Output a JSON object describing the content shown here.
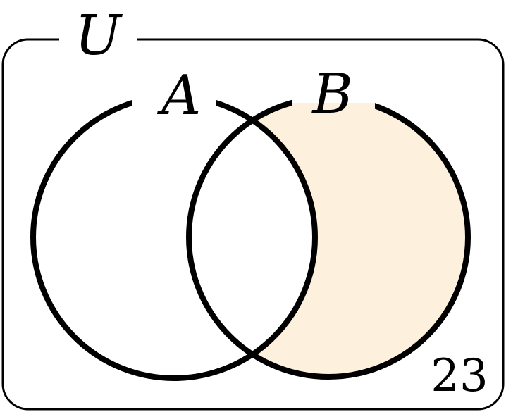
{
  "diagram": {
    "universe_label": "U",
    "set_a_label": "A",
    "set_b_label": "B",
    "region_value": "23",
    "shaded_region": "B only",
    "colors": {
      "stroke": "#000000",
      "shade": "#fdf0dc",
      "background": "#ffffff"
    }
  }
}
